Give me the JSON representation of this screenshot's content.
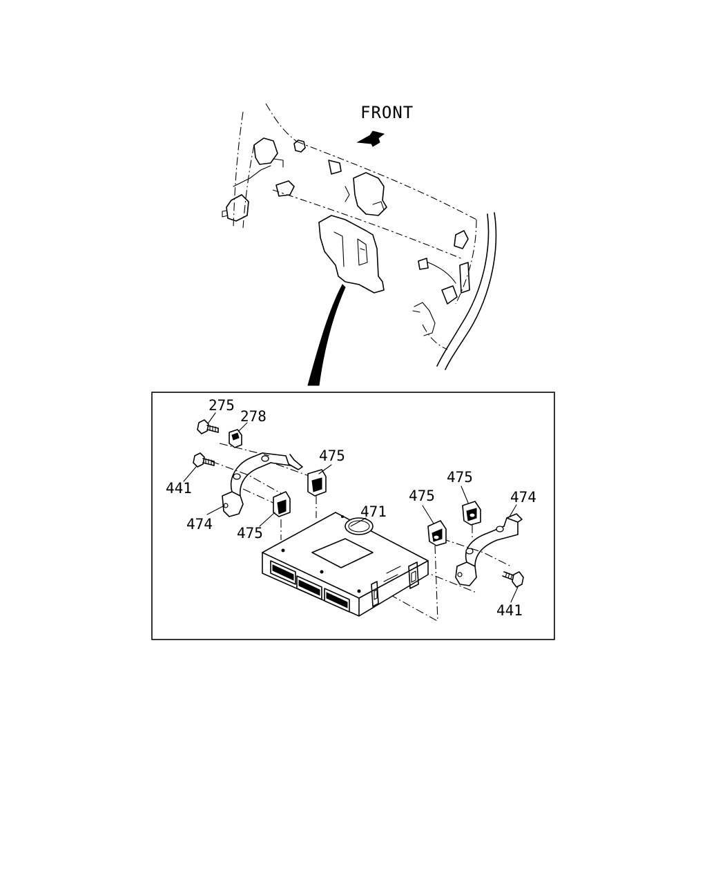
{
  "direction_label": "FRONT",
  "callouts": [
    {
      "id": "c275",
      "text": "275"
    },
    {
      "id": "c278",
      "text": "278"
    },
    {
      "id": "c441a",
      "text": "441"
    },
    {
      "id": "c474a",
      "text": "474"
    },
    {
      "id": "c475a",
      "text": "475"
    },
    {
      "id": "c475b",
      "text": "475"
    },
    {
      "id": "c471",
      "text": "471"
    },
    {
      "id": "c475c",
      "text": "475"
    },
    {
      "id": "c475d",
      "text": "475"
    },
    {
      "id": "c474b",
      "text": "474"
    },
    {
      "id": "c441b",
      "text": "441"
    }
  ]
}
